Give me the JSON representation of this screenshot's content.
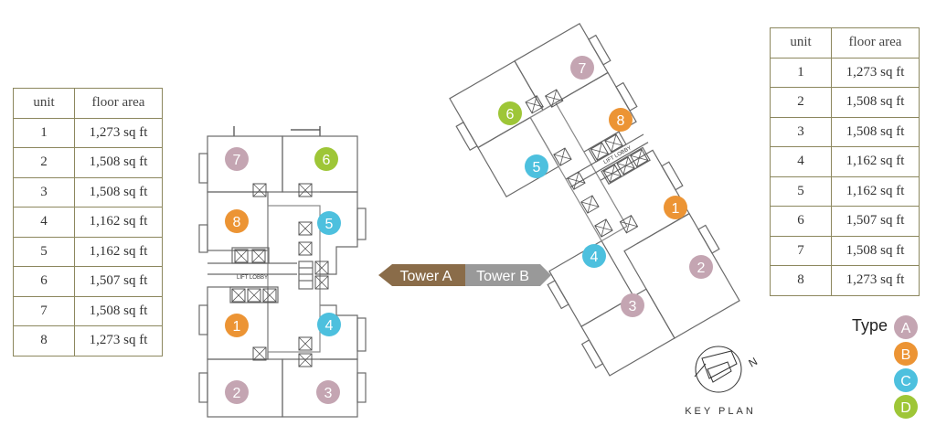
{
  "table_left": {
    "headers": [
      "unit",
      "floor area"
    ],
    "rows": [
      [
        "1",
        "1,273 sq ft"
      ],
      [
        "2",
        "1,508 sq ft"
      ],
      [
        "3",
        "1,508 sq ft"
      ],
      [
        "4",
        "1,162 sq ft"
      ],
      [
        "5",
        "1,162 sq ft"
      ],
      [
        "6",
        "1,507 sq ft"
      ],
      [
        "7",
        "1,508 sq ft"
      ],
      [
        "8",
        "1,273 sq ft"
      ]
    ]
  },
  "table_right": {
    "headers": [
      "unit",
      "floor area"
    ],
    "rows": [
      [
        "1",
        "1,273 sq ft"
      ],
      [
        "2",
        "1,508 sq ft"
      ],
      [
        "3",
        "1,508 sq ft"
      ],
      [
        "4",
        "1,162 sq ft"
      ],
      [
        "5",
        "1,162 sq ft"
      ],
      [
        "6",
        "1,507 sq ft"
      ],
      [
        "7",
        "1,508 sq ft"
      ],
      [
        "8",
        "1,273 sq ft"
      ]
    ]
  },
  "plan_labels": {
    "lift_lobby": "LIFT LOBBY",
    "tower_a": "Tower A",
    "tower_b": "Tower B",
    "key_plan": "KEY PLAN",
    "north": "N"
  },
  "unit_numbers": {
    "u1": "1",
    "u2": "2",
    "u3": "3",
    "u4": "4",
    "u5": "5",
    "u6": "6",
    "u7": "7",
    "u8": "8"
  },
  "legend": {
    "title": "Type",
    "items": [
      {
        "label": "A",
        "color": "#c4a5b2"
      },
      {
        "label": "B",
        "color": "#ec9434"
      },
      {
        "label": "C",
        "color": "#4dc0de"
      },
      {
        "label": "D",
        "color": "#9ec637"
      }
    ]
  },
  "unit_types": {
    "u1": "B",
    "u2": "A",
    "u3": "A",
    "u4": "C",
    "u5": "C",
    "u6": "D",
    "u7": "A",
    "u8": "B"
  },
  "colors": {
    "table_border": "#8c875e",
    "tower_a": "#8a6c49",
    "tower_b": "#999999"
  }
}
